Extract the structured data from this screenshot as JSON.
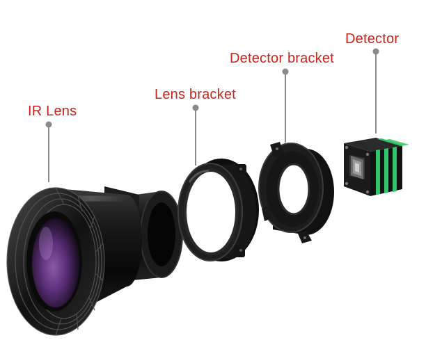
{
  "colors": {
    "label_text": "#c8241c",
    "leader_line": "#8a8a8a",
    "leader_dot": "#8a8a8a",
    "detector_stripe": "#32c46a"
  },
  "callouts": [
    {
      "id": "ir-lens",
      "label": "IR Lens"
    },
    {
      "id": "lens-bracket",
      "label": "Lens bracket"
    },
    {
      "id": "detector-bracket",
      "label": "Detector bracket"
    },
    {
      "id": "detector",
      "label": "Detector"
    }
  ]
}
